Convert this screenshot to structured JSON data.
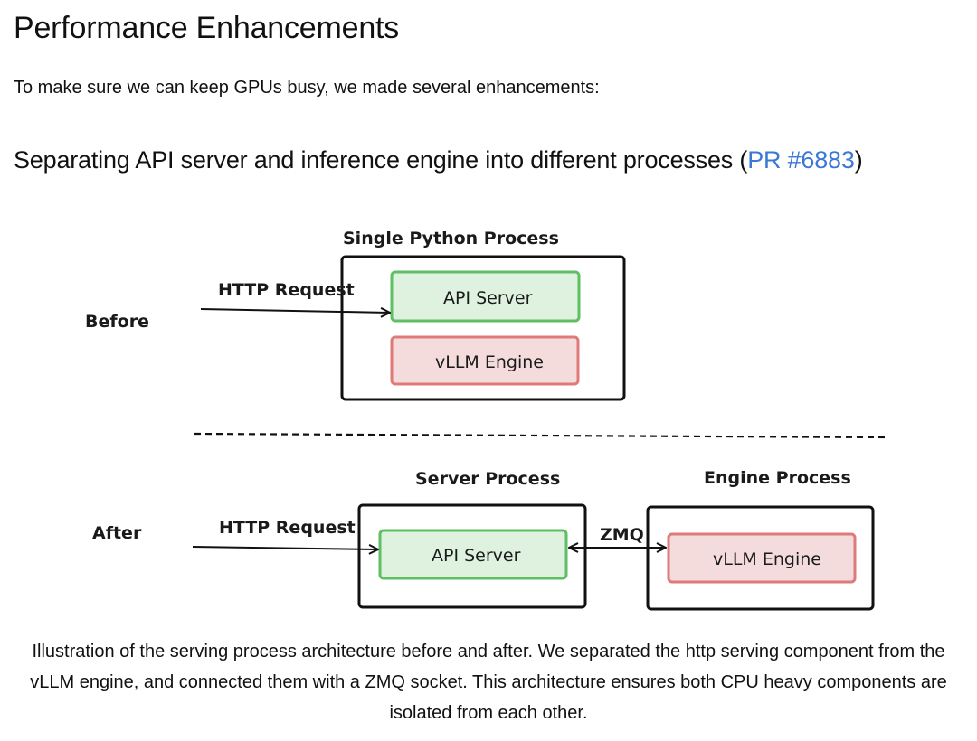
{
  "page": {
    "title": "Performance Enhancements",
    "intro": "To make sure we can keep GPUs busy, we made several enhancements:",
    "section": {
      "heading_prefix": "Separating API server and inference engine into different processes (",
      "link_text": "PR #6883",
      "heading_suffix": ")"
    }
  },
  "diagram": {
    "before": {
      "row_label": "Before",
      "container_label": "Single Python Process",
      "request_label": "HTTP Request",
      "api_server_label": "API Server",
      "engine_label": "vLLM Engine"
    },
    "after": {
      "row_label": "After",
      "server_process_label": "Server Process",
      "engine_process_label": "Engine Process",
      "request_label": "HTTP Request",
      "api_server_label": "API Server",
      "socket_label": "ZMQ",
      "engine_label": "vLLM Engine"
    },
    "colors": {
      "api_fill": "#dff1df",
      "api_stroke": "#5fbf63",
      "engine_fill": "#f4dcdc",
      "engine_stroke": "#e07a7a",
      "outline": "#111111",
      "link": "#3b78d6"
    }
  },
  "caption": "Illustration of the serving process architecture before and after. We separated the http serving component from the vLLM engine, and connected them with a ZMQ socket. This architecture ensures both CPU heavy components are isolated from each other."
}
